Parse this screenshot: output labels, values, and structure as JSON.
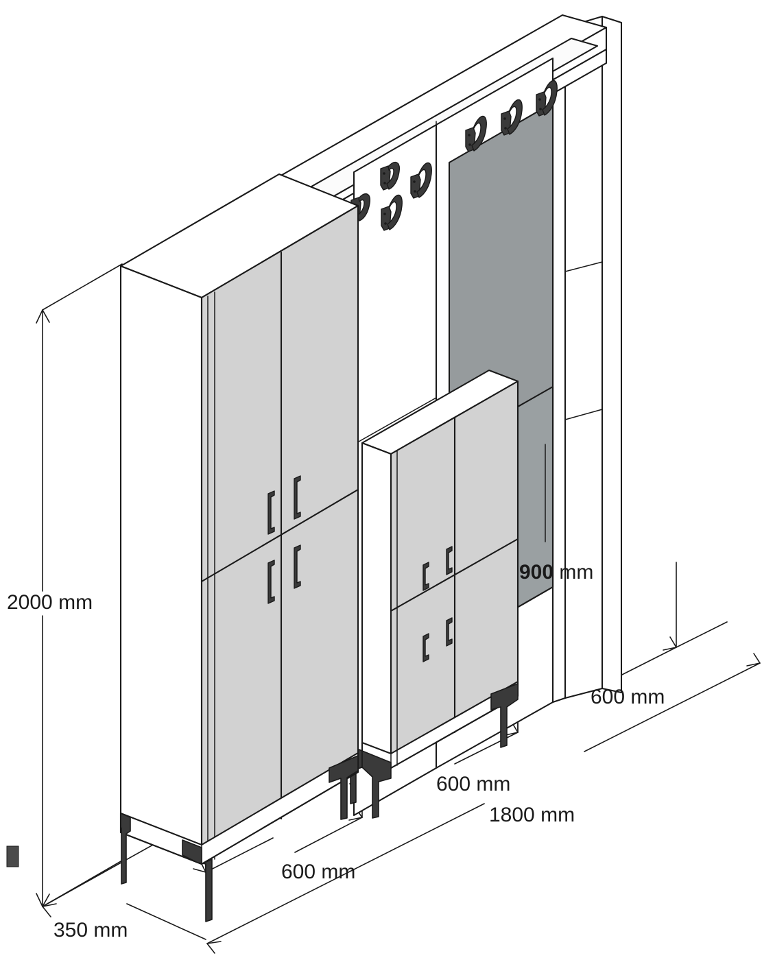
{
  "drawing": {
    "title": "Hallway furniture set isometric dimension drawing",
    "units": "mm",
    "line_color": "#1a1a1a",
    "colors": {
      "body_white": "#ffffff",
      "door_panel": "#d2d2d2",
      "door_panel_shaded": "#c8c8c8",
      "mirror": "#969b9d",
      "mirror_lower": "#9aa0a2",
      "hardware_dark": "#3a3a3a",
      "leg_dark": "#3a3a3a",
      "outline": "#1a1a1a"
    }
  },
  "dimensions": {
    "height": {
      "value": "2000",
      "unit": "mm",
      "label": "2000 mm",
      "name": "overall-height"
    },
    "depth": {
      "value": "350",
      "unit": "mm",
      "label": "350 mm",
      "name": "overall-depth"
    },
    "tall_cabinet_width": {
      "value": "600",
      "unit": "mm",
      "label": "600 mm",
      "name": "tall-cabinet-width"
    },
    "lower_cabinet_width": {
      "value": "600",
      "unit": "mm",
      "label": "600 mm",
      "name": "lower-cabinet-width"
    },
    "mirror_panel_width": {
      "value": "600",
      "unit": "mm",
      "label": "600 mm",
      "name": "mirror-panel-width"
    },
    "overall_width": {
      "value": "1800",
      "unit": "mm",
      "label": "1800 mm",
      "name": "overall-width"
    },
    "mirror_height": {
      "value": "900",
      "unit": "mm",
      "label_number": "900",
      "label_unit": "mm",
      "name": "mirror-height"
    }
  },
  "components": {
    "tall_cabinet": {
      "name": "tall-wardrobe-cabinet",
      "doors": 4,
      "door_rows": 2,
      "door_columns": 2,
      "handles": 4
    },
    "lower_cabinet": {
      "name": "shoe-cabinet",
      "doors": 4,
      "door_rows": 2,
      "door_columns": 2,
      "handles": 4
    },
    "mirror_panel": {
      "name": "mirror-panel"
    },
    "top_shelf": {
      "name": "hat-shelf"
    },
    "coat_hooks": {
      "name": "coat-hook",
      "count": 6
    },
    "legs": {
      "name": "tapered-leg",
      "count": 4
    },
    "back_panel": {
      "name": "back-panel"
    },
    "swatch_marker": {
      "name": "color-swatch-marker",
      "color": "#4a4a4a"
    }
  }
}
